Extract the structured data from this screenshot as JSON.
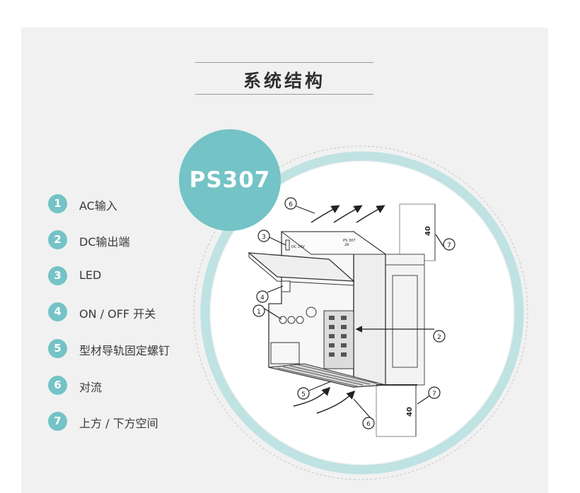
{
  "title": "系统结构",
  "model": "PS307",
  "colors": {
    "accent_teal": "#74c3c6",
    "ring_light": "#bfe2e3",
    "panel_bg": "#f1f1f1",
    "line_dark": "#222222"
  },
  "legend": [
    {
      "num": "1",
      "label": "AC输入"
    },
    {
      "num": "2",
      "label": "DC输出端"
    },
    {
      "num": "3",
      "label": "LED"
    },
    {
      "num": "4",
      "label": "ON / OFF 开关"
    },
    {
      "num": "5",
      "label": "型材导轨固定螺钉"
    },
    {
      "num": "6",
      "label": "对流"
    },
    {
      "num": "7",
      "label": "上方 / 下方空间"
    }
  ],
  "diagram": {
    "callouts": [
      "1",
      "2",
      "3",
      "4",
      "5",
      "6",
      "6",
      "7",
      "7"
    ],
    "dim_top": "40",
    "dim_bottom": "40",
    "device_label_line1": "PS 307",
    "device_label_line2": "2A",
    "led_label": "DC 24V"
  }
}
